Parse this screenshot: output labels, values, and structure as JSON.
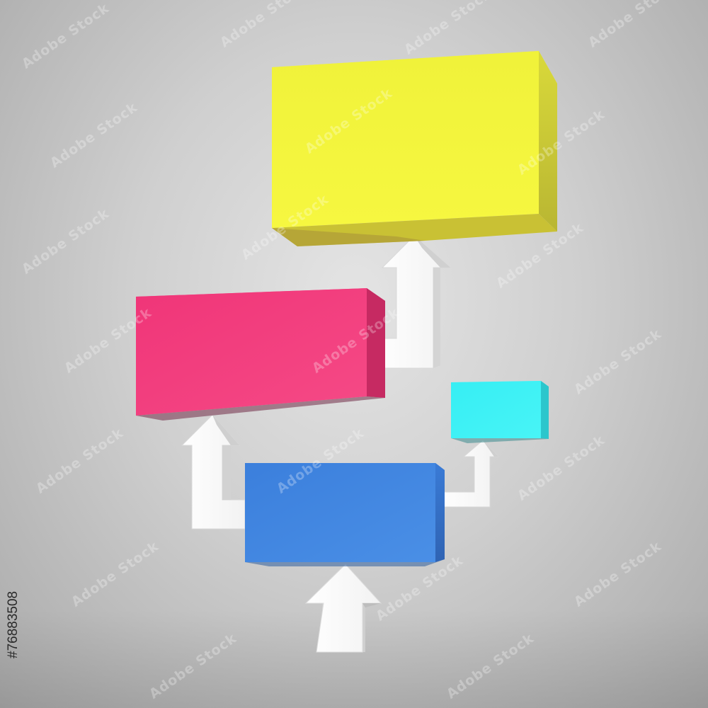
{
  "watermark": {
    "text": "Adobe Stock",
    "stock_id": "#76883508"
  },
  "colors": {
    "background": "#d6d6d6",
    "yellow_box": "#f4f43a",
    "magenta_box": "#f2377d",
    "blue_box": "#3f86e0",
    "cyan_box": "#3ef0f4",
    "arrows": "#ffffff"
  },
  "diagram": {
    "nodes": [
      {
        "id": "yellow",
        "color": "yellow_box"
      },
      {
        "id": "magenta",
        "color": "magenta_box"
      },
      {
        "id": "blue",
        "color": "blue_box"
      },
      {
        "id": "cyan",
        "color": "cyan_box"
      }
    ],
    "edges": [
      {
        "from": "ground",
        "to": "blue"
      },
      {
        "from": "blue",
        "to": "magenta"
      },
      {
        "from": "blue",
        "to": "cyan"
      },
      {
        "from": "magenta",
        "to": "yellow"
      }
    ]
  }
}
